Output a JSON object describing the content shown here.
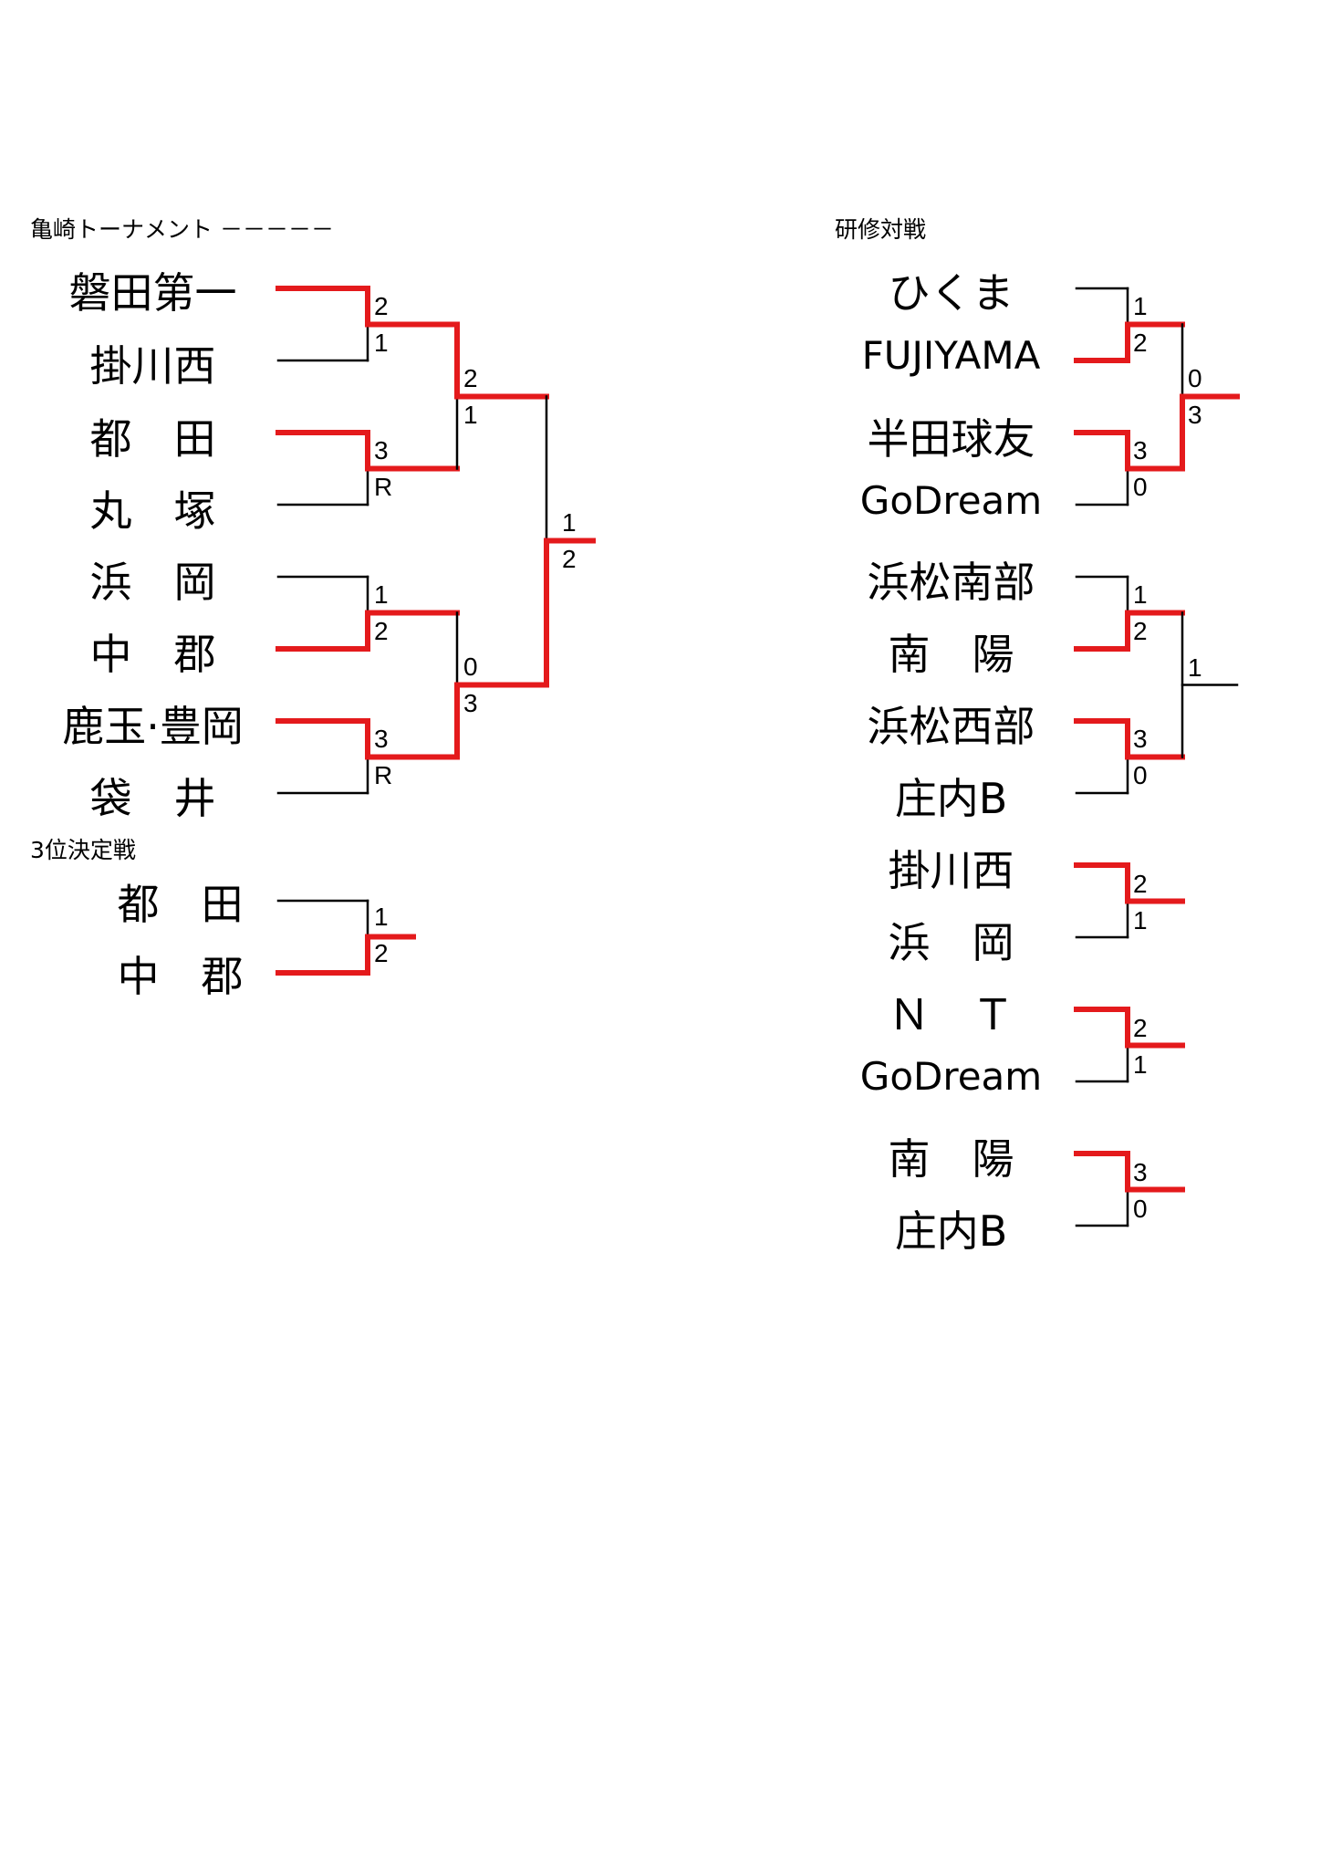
{
  "colors": {
    "winner": "#e41a1c",
    "line": "#000000"
  },
  "left": {
    "title": "亀崎トーナメント －－－－－",
    "teams": [
      "磐田第一",
      "掛川西",
      "都　田",
      "丸　塚",
      "浜　岡",
      "中　郡",
      "鹿玉·豊岡",
      "袋　井"
    ],
    "round1": [
      {
        "top": "2",
        "bottom": "1",
        "winner": "top"
      },
      {
        "top": "3",
        "bottom": "R",
        "winner": "top"
      },
      {
        "top": "1",
        "bottom": "2",
        "winner": "bottom"
      },
      {
        "top": "3",
        "bottom": "R",
        "winner": "top"
      }
    ],
    "round2": [
      {
        "top": "2",
        "bottom": "1",
        "winner": "top"
      },
      {
        "top": "0",
        "bottom": "3",
        "winner": "bottom"
      }
    ],
    "final": {
      "top": "1",
      "bottom": "2",
      "winner": "bottom"
    },
    "third_place": {
      "title": "3位決定戦",
      "teams": [
        "都　田",
        "中　郡"
      ],
      "match": {
        "top": "1",
        "bottom": "2",
        "winner": "bottom"
      }
    }
  },
  "right": {
    "title": "研修対戦",
    "teams": [
      "ひくま",
      "FUJIYAMA",
      "半田球友",
      "GoDream",
      "浜松南部",
      "南　陽",
      "浜松西部",
      "庄内B",
      "掛川西",
      "浜　岡",
      "Ｎ　Ｔ",
      "GoDream",
      "南　陽",
      "庄内B"
    ],
    "matches": [
      {
        "top": "1",
        "bottom": "2",
        "winner": "bottom"
      },
      {
        "top": "3",
        "bottom": "0",
        "winner": "top"
      },
      {
        "top": "0",
        "bottom": "3",
        "winner": "bottom"
      },
      {
        "top": "1",
        "bottom": "2",
        "winner": "bottom"
      },
      {
        "top": "3",
        "bottom": "0",
        "winner": "top"
      },
      {
        "top": "1",
        "bottom": "",
        "winner": "none"
      },
      {
        "top": "2",
        "bottom": "1",
        "winner": "top"
      },
      {
        "top": "2",
        "bottom": "1",
        "winner": "top"
      },
      {
        "top": "3",
        "bottom": "0",
        "winner": "top"
      }
    ]
  }
}
